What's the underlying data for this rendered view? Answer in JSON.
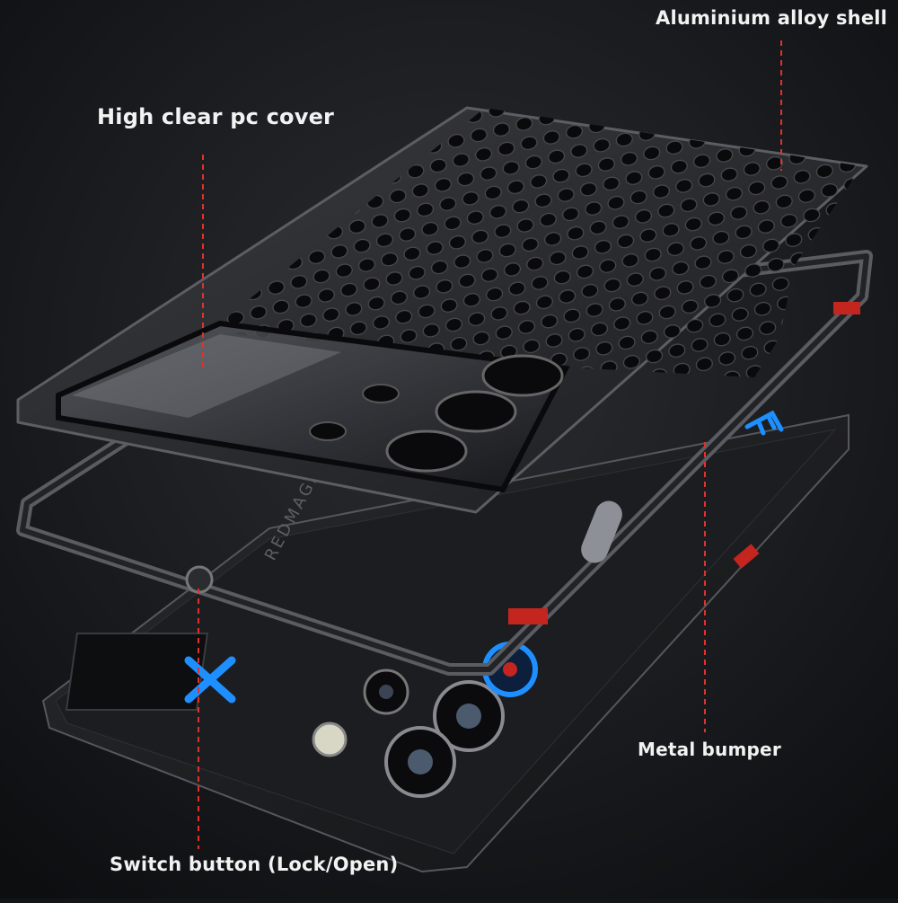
{
  "labels": {
    "aluminium_shell": "Aluminium alloy shell",
    "pc_cover": "High clear pc cover",
    "metal_bumper": "Metal bumper",
    "switch_button": "Switch button (Lock/Open)"
  },
  "branding": {
    "case_text": "REDMAGIC"
  },
  "colors": {
    "background": "#141518",
    "leader_line": "#e0322c",
    "accent_red": "#c4261f",
    "accent_blue": "#1e8fff",
    "shell": "#2a2b2e",
    "label_text": "#f2f2f2"
  },
  "icons": {
    "shell_holes": "honeycomb-hole-icon",
    "logo": "redmagic-logo-icon",
    "phone_x": "x-logo-icon",
    "camera": "camera-lens-icon"
  }
}
